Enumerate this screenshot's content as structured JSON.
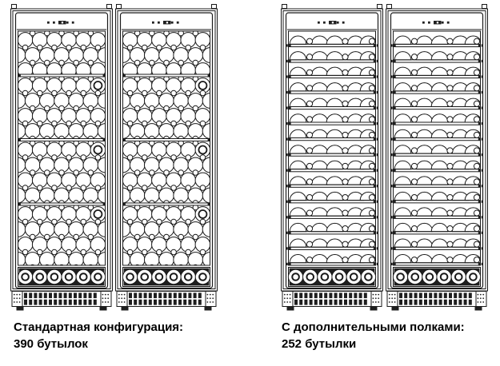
{
  "palette": {
    "line": "#1a1a1a",
    "dark_fill": "#1f1f1f",
    "background": "#ffffff",
    "text": "#000000"
  },
  "figures": [
    {
      "id": "standard-configuration",
      "style": "bulk",
      "cabinets": 2,
      "caption_line1": "Стандартная конфигурация:",
      "caption_line2": "390 бутылок",
      "bottle_count": 390,
      "sections": [
        {
          "circle_rows": 3
        },
        {
          "circle_rows": 4
        },
        {
          "circle_rows": 4
        },
        {
          "circle_rows": 4
        }
      ],
      "circles_per_row": 6,
      "bottom_row_bottles": 6
    },
    {
      "id": "extra-shelves-configuration",
      "style": "shelves",
      "cabinets": 2,
      "caption_line1": "С дополнительными полками:",
      "caption_line2": "252 бутылки",
      "bottle_count": 252,
      "shelves": 15,
      "domes_per_shelf": 5,
      "necks_per_shelf": 3,
      "bottom_row_bottles": 6
    }
  ],
  "icons": {
    "control_panel": "display-and-buttons-icon",
    "vent": "ventilation-grille"
  }
}
